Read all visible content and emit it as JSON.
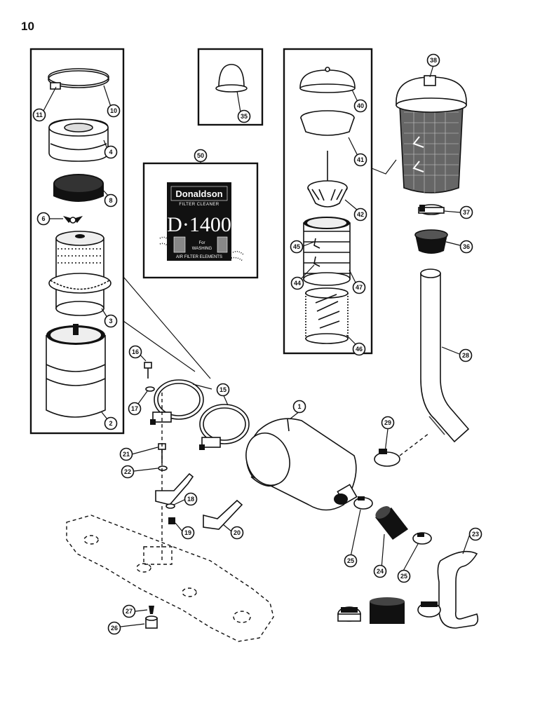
{
  "page_number": "10",
  "package": {
    "brand": "Donaldson",
    "subtitle": "FILTER CLEANER",
    "model": "D·1400",
    "line1": "For",
    "line2": "WASHING",
    "line3": "AIR FILTER ELEMENTS"
  },
  "callouts": [
    "1",
    "2",
    "3",
    "4",
    "6",
    "8",
    "10",
    "11",
    "15",
    "16",
    "17",
    "18",
    "19",
    "20",
    "21",
    "22",
    "23",
    "24",
    "25",
    "26",
    "27",
    "28",
    "29",
    "35",
    "36",
    "37",
    "38",
    "40",
    "41",
    "42",
    "44",
    "45",
    "46",
    "47",
    "50"
  ]
}
